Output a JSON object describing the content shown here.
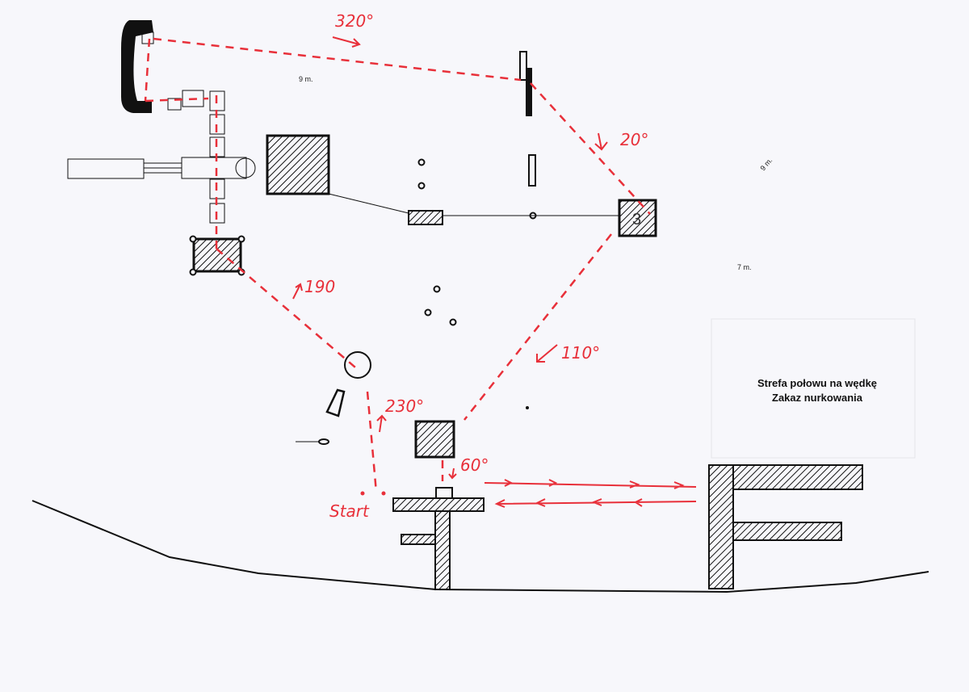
{
  "colors": {
    "route": "#e8303a",
    "ink": "#111111",
    "paper": "#f7f7fb"
  },
  "labels": {
    "bearing_320": "320°",
    "bearing_20": "20°",
    "bearing_190": "190",
    "bearing_110": "110°",
    "bearing_230": "230°",
    "bearing_60": "60°",
    "start": "Start",
    "waypoint_3": "3",
    "depth_top": "9 m.",
    "depth_right": "9 m.",
    "depth_right_lower": "7 m."
  },
  "zone": {
    "line1": "Strefa połowu na wędkę",
    "line2": "Zakaz nurkowania"
  }
}
